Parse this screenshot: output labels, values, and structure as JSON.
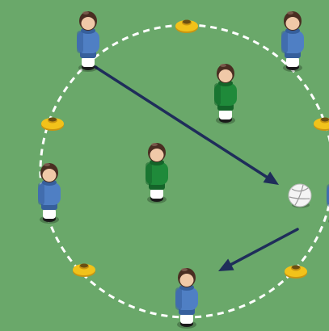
{
  "colors": {
    "pitch": "#6aa86a",
    "boundary": "#ffffff",
    "arrow": "#1f2d5a",
    "cone": "#f2c21a",
    "cone_dark": "#c89512",
    "team_blue": "#4f7fc4",
    "team_blue_dark": "#365f9c",
    "team_green": "#1f8a3a",
    "team_green_dark": "#146429",
    "hair": "#4a2e22",
    "skin": "#f0c9a8",
    "sock": "#ffffff",
    "boot": "#1a1a1a",
    "ball": "#f4f4f4"
  },
  "diagram": {
    "boundary": "dashed-circle",
    "players": [
      {
        "name": "blue-player-top-left",
        "team": "blue"
      },
      {
        "name": "blue-player-top-right",
        "team": "blue"
      },
      {
        "name": "green-player-upper",
        "team": "green"
      },
      {
        "name": "green-player-center",
        "team": "green"
      },
      {
        "name": "blue-player-left",
        "team": "blue"
      },
      {
        "name": "blue-player-bottom",
        "team": "blue"
      },
      {
        "name": "blue-player-right-edge",
        "team": "blue"
      }
    ],
    "cones": [
      "cone-top",
      "cone-left",
      "cone-right",
      "cone-bottom-left",
      "cone-bottom-right"
    ],
    "ball": {
      "icon": "soccer-ball-icon"
    },
    "arrows": [
      {
        "name": "pass-arrow",
        "from": "blue-player-top-left",
        "to": "ball"
      },
      {
        "name": "run-arrow",
        "from": "ball",
        "to": "blue-player-bottom"
      }
    ]
  }
}
